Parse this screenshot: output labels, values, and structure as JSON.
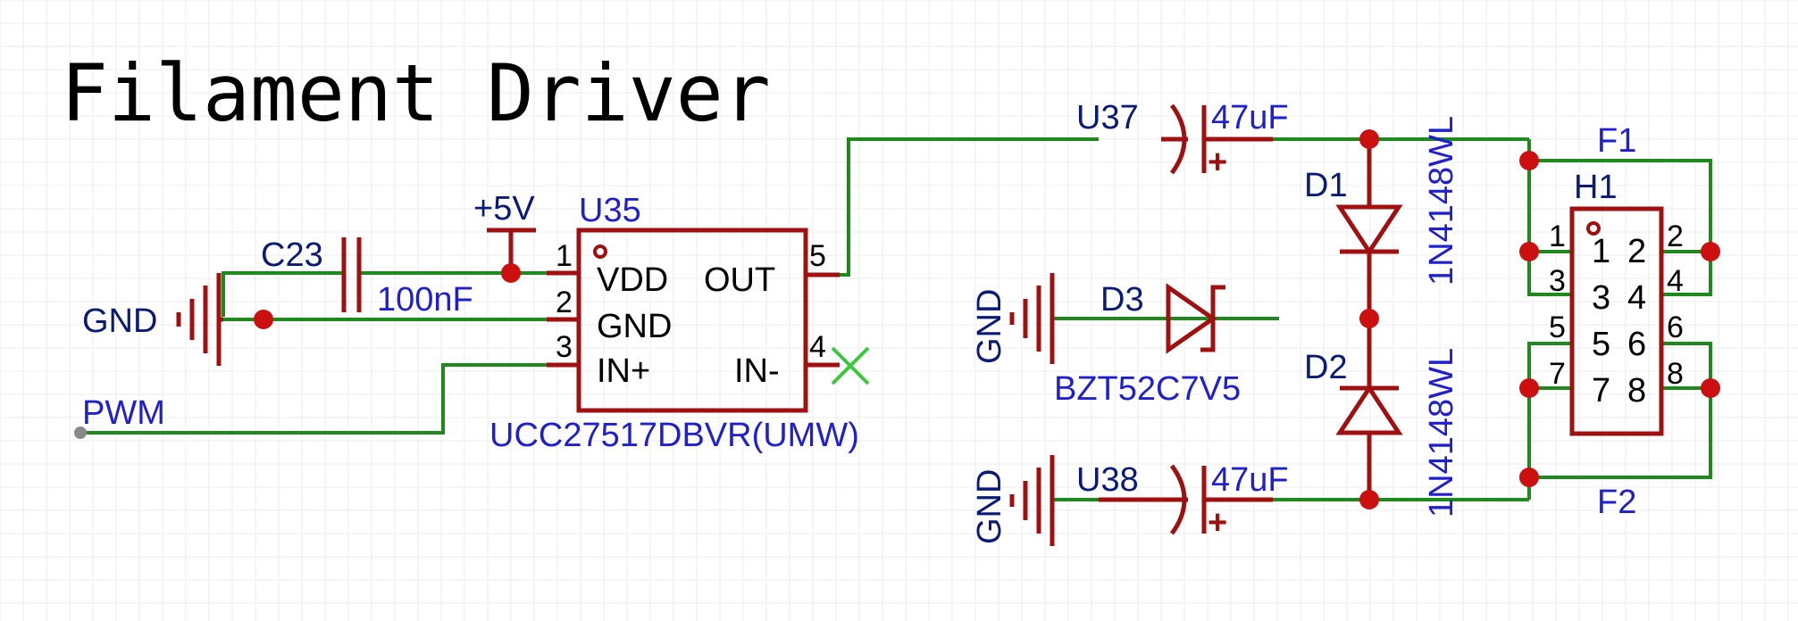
{
  "title": "Filament Driver",
  "labels": {
    "gnd_left": "GND",
    "pwm": "PWM",
    "c23_ref": "C23",
    "c23_val": "100nF",
    "vcc": "+5V",
    "u35_ref": "U35",
    "u35_val": "UCC27517DBVR(UMW)",
    "u35_pin1": "1",
    "u35_pin2": "2",
    "u35_pin3": "3",
    "u35_pin4": "4",
    "u35_pin5": "5",
    "u35_vdd": "VDD",
    "u35_gnd": "GND",
    "u35_inp": "IN+",
    "u35_out": "OUT",
    "u35_inm": "IN-",
    "u37_ref": "U37",
    "u37_val": "47uF",
    "u38_ref": "U38",
    "u38_val": "47uF",
    "plus": "+",
    "gnd_d3": "GND",
    "gnd_u38": "GND",
    "d3_ref": "D3",
    "d3_val": "BZT52C7V5",
    "d1_ref": "D1",
    "d2_ref": "D2",
    "d1_val": "1N4148WL",
    "d2_val": "1N4148WL",
    "f1": "F1",
    "f2": "F2",
    "h1_ref": "H1",
    "h1_pins": [
      "1",
      "2",
      "3",
      "4",
      "5",
      "6",
      "7",
      "8"
    ]
  }
}
